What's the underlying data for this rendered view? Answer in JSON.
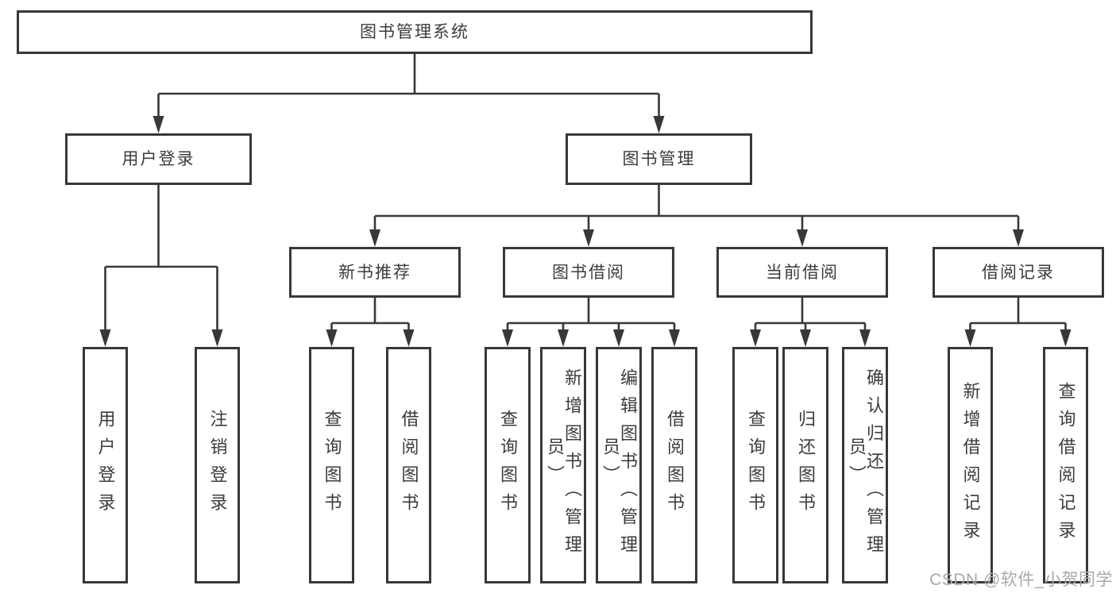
{
  "diagram": {
    "root": {
      "label": "图书管理系统",
      "children": [
        {
          "label": "用户登录",
          "children": [
            {
              "label": "用户登录"
            },
            {
              "label": "注销登录"
            }
          ]
        },
        {
          "label": "图书管理",
          "children": [
            {
              "label": "新书推荐",
              "children": [
                {
                  "label": "查询图书"
                },
                {
                  "label": "借阅图书"
                }
              ]
            },
            {
              "label": "图书借阅",
              "children": [
                {
                  "label": "查询图书"
                },
                {
                  "label": "新增图书（管理员）"
                },
                {
                  "label": "编辑图书（管理员）"
                },
                {
                  "label": "借阅图书"
                }
              ]
            },
            {
              "label": "当前借阅",
              "children": [
                {
                  "label": "查询图书"
                },
                {
                  "label": "归还图书"
                },
                {
                  "label": "确认归还（管理员）"
                }
              ]
            },
            {
              "label": "借阅记录",
              "children": [
                {
                  "label": "新增借阅记录"
                },
                {
                  "label": "查询借阅记录"
                }
              ]
            }
          ]
        }
      ]
    }
  },
  "watermark": {
    "text": "CSDN @软件_小贺同学",
    "color": "#a9a9a9"
  },
  "colors": {
    "line": "#383838",
    "box_border": "#383838",
    "text": "#3c3c3c",
    "background": "#ffffff"
  }
}
